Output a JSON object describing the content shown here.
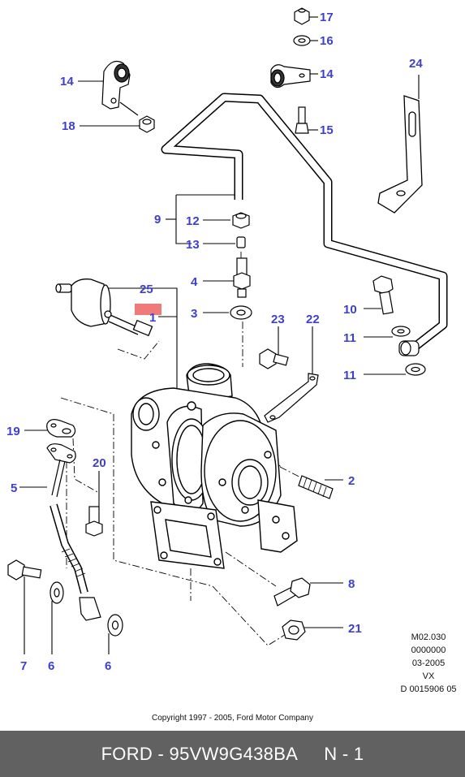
{
  "callouts": {
    "c1": "1",
    "c2": "2",
    "c3": "3",
    "c4": "4",
    "c5": "5",
    "c6a": "6",
    "c6b": "6",
    "c7": "7",
    "c8": "8",
    "c9": "9",
    "c10": "10",
    "c11a": "11",
    "c11b": "11",
    "c12": "12",
    "c13": "13",
    "c14a": "14",
    "c14b": "14",
    "c15": "15",
    "c16": "16",
    "c17": "17",
    "c18": "18",
    "c19": "19",
    "c20": "20",
    "c21": "21",
    "c22": "22",
    "c23": "23",
    "c24": "24",
    "c25": "25"
  },
  "meta": {
    "line1": "M02.030",
    "line2": "0000000",
    "line3": "03-2005",
    "line4": "VX",
    "line5": "D 0015906 05"
  },
  "copyright": "Copyright 1997 - 2005, Ford Motor Company",
  "footer": {
    "brand": "FORD",
    "separator": " - ",
    "part_number": "95VW9G438BA",
    "gap": "     ",
    "item": "N - 1"
  },
  "colors": {
    "callout_text": "#3f3fcf",
    "highlight": "#f07a7a",
    "footer_bg": "#616161"
  }
}
